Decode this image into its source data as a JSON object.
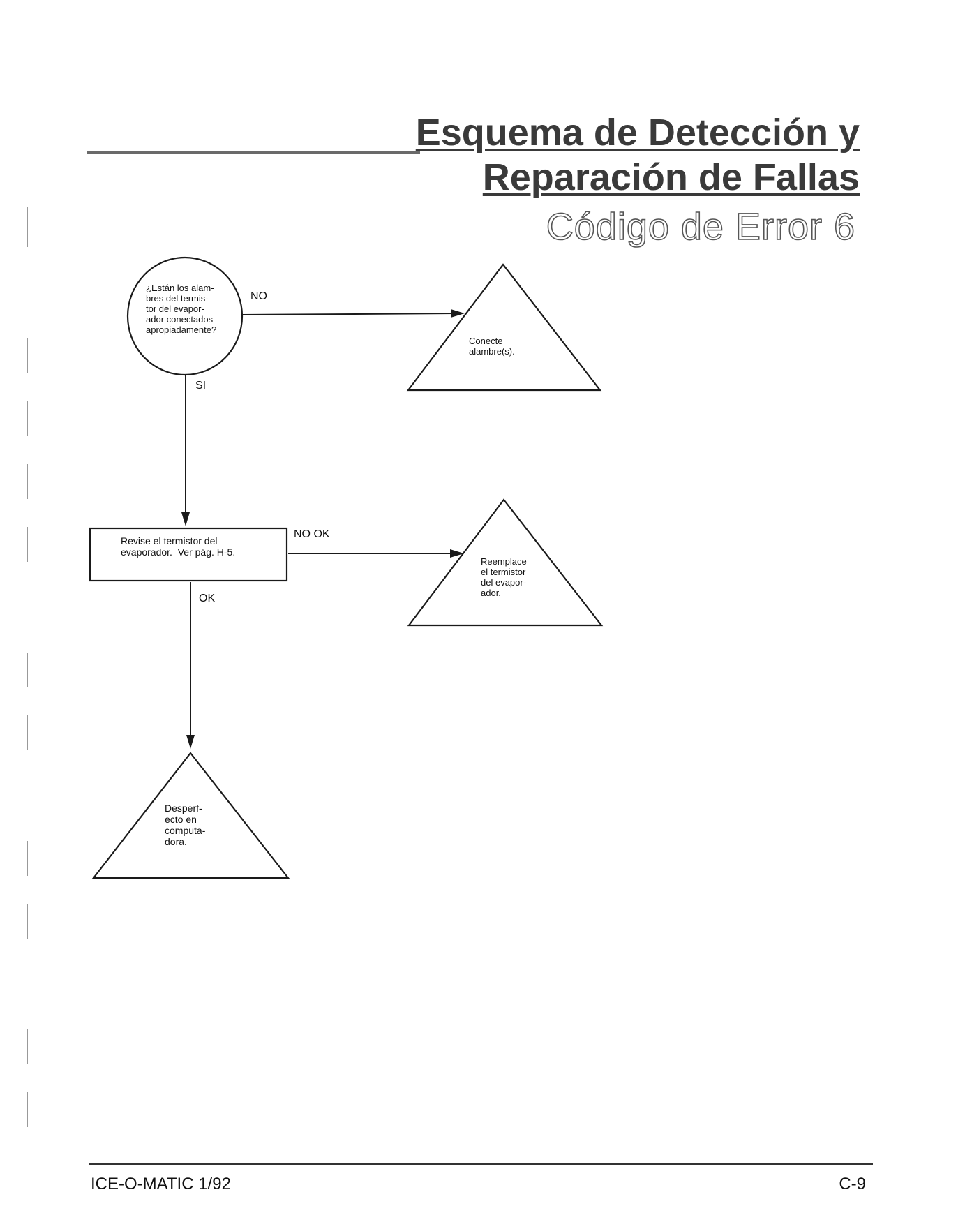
{
  "header": {
    "title_line_1": "Esquema de Detección y",
    "title_line_2": "Reparación de Fallas",
    "subtitle": "Código de Error 6"
  },
  "flowchart": {
    "nodes": {
      "question": "¿Están los alam-\nbres del termis-\ntor del evapor-\nador conectados\napropiadamente?",
      "connect": "Conecte\nalambre(s).",
      "check": "Revise el termistor del\nevaporador.  Ver pág. H-5.",
      "replace": "Reemplace\nel termistor\ndel evapor-\nador.",
      "fault": "Desperf-\necto en\ncomputa-\ndora."
    },
    "edges": {
      "no": "NO",
      "si": "SI",
      "no_ok": "NO OK",
      "ok": "OK"
    }
  },
  "footer": {
    "left": "ICE-O-MATIC 1/92",
    "right": "C-9"
  }
}
